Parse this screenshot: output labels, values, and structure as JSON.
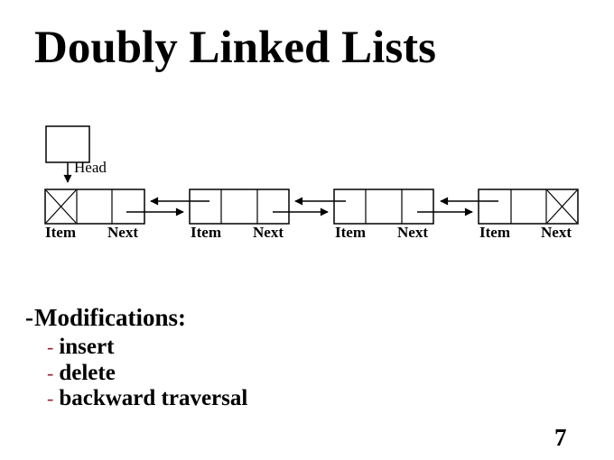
{
  "slide": {
    "title": "Doubly Linked Lists",
    "page_number": "7"
  },
  "diagram": {
    "head_label": "Head",
    "nodes": [
      {
        "item_label": "Item",
        "next_label": "Next",
        "prev_null": true,
        "next_null": false
      },
      {
        "item_label": "Item",
        "next_label": "Next",
        "prev_null": false,
        "next_null": false
      },
      {
        "item_label": "Item",
        "next_label": "Next",
        "prev_null": false,
        "next_null": false
      },
      {
        "item_label": "Item",
        "next_label": "Next",
        "prev_null": false,
        "next_null": true
      }
    ]
  },
  "bullets": {
    "heading_dash": "-",
    "heading_text": "Modifications:",
    "items": [
      {
        "dash": "-",
        "label": "insert"
      },
      {
        "dash": "-",
        "label": "delete"
      },
      {
        "dash": "-",
        "label": "backward traversal"
      }
    ]
  },
  "colors": {
    "text": "#000000",
    "sub_bullet_dash": "#992233",
    "background": "#ffffff",
    "line": "#000000"
  }
}
